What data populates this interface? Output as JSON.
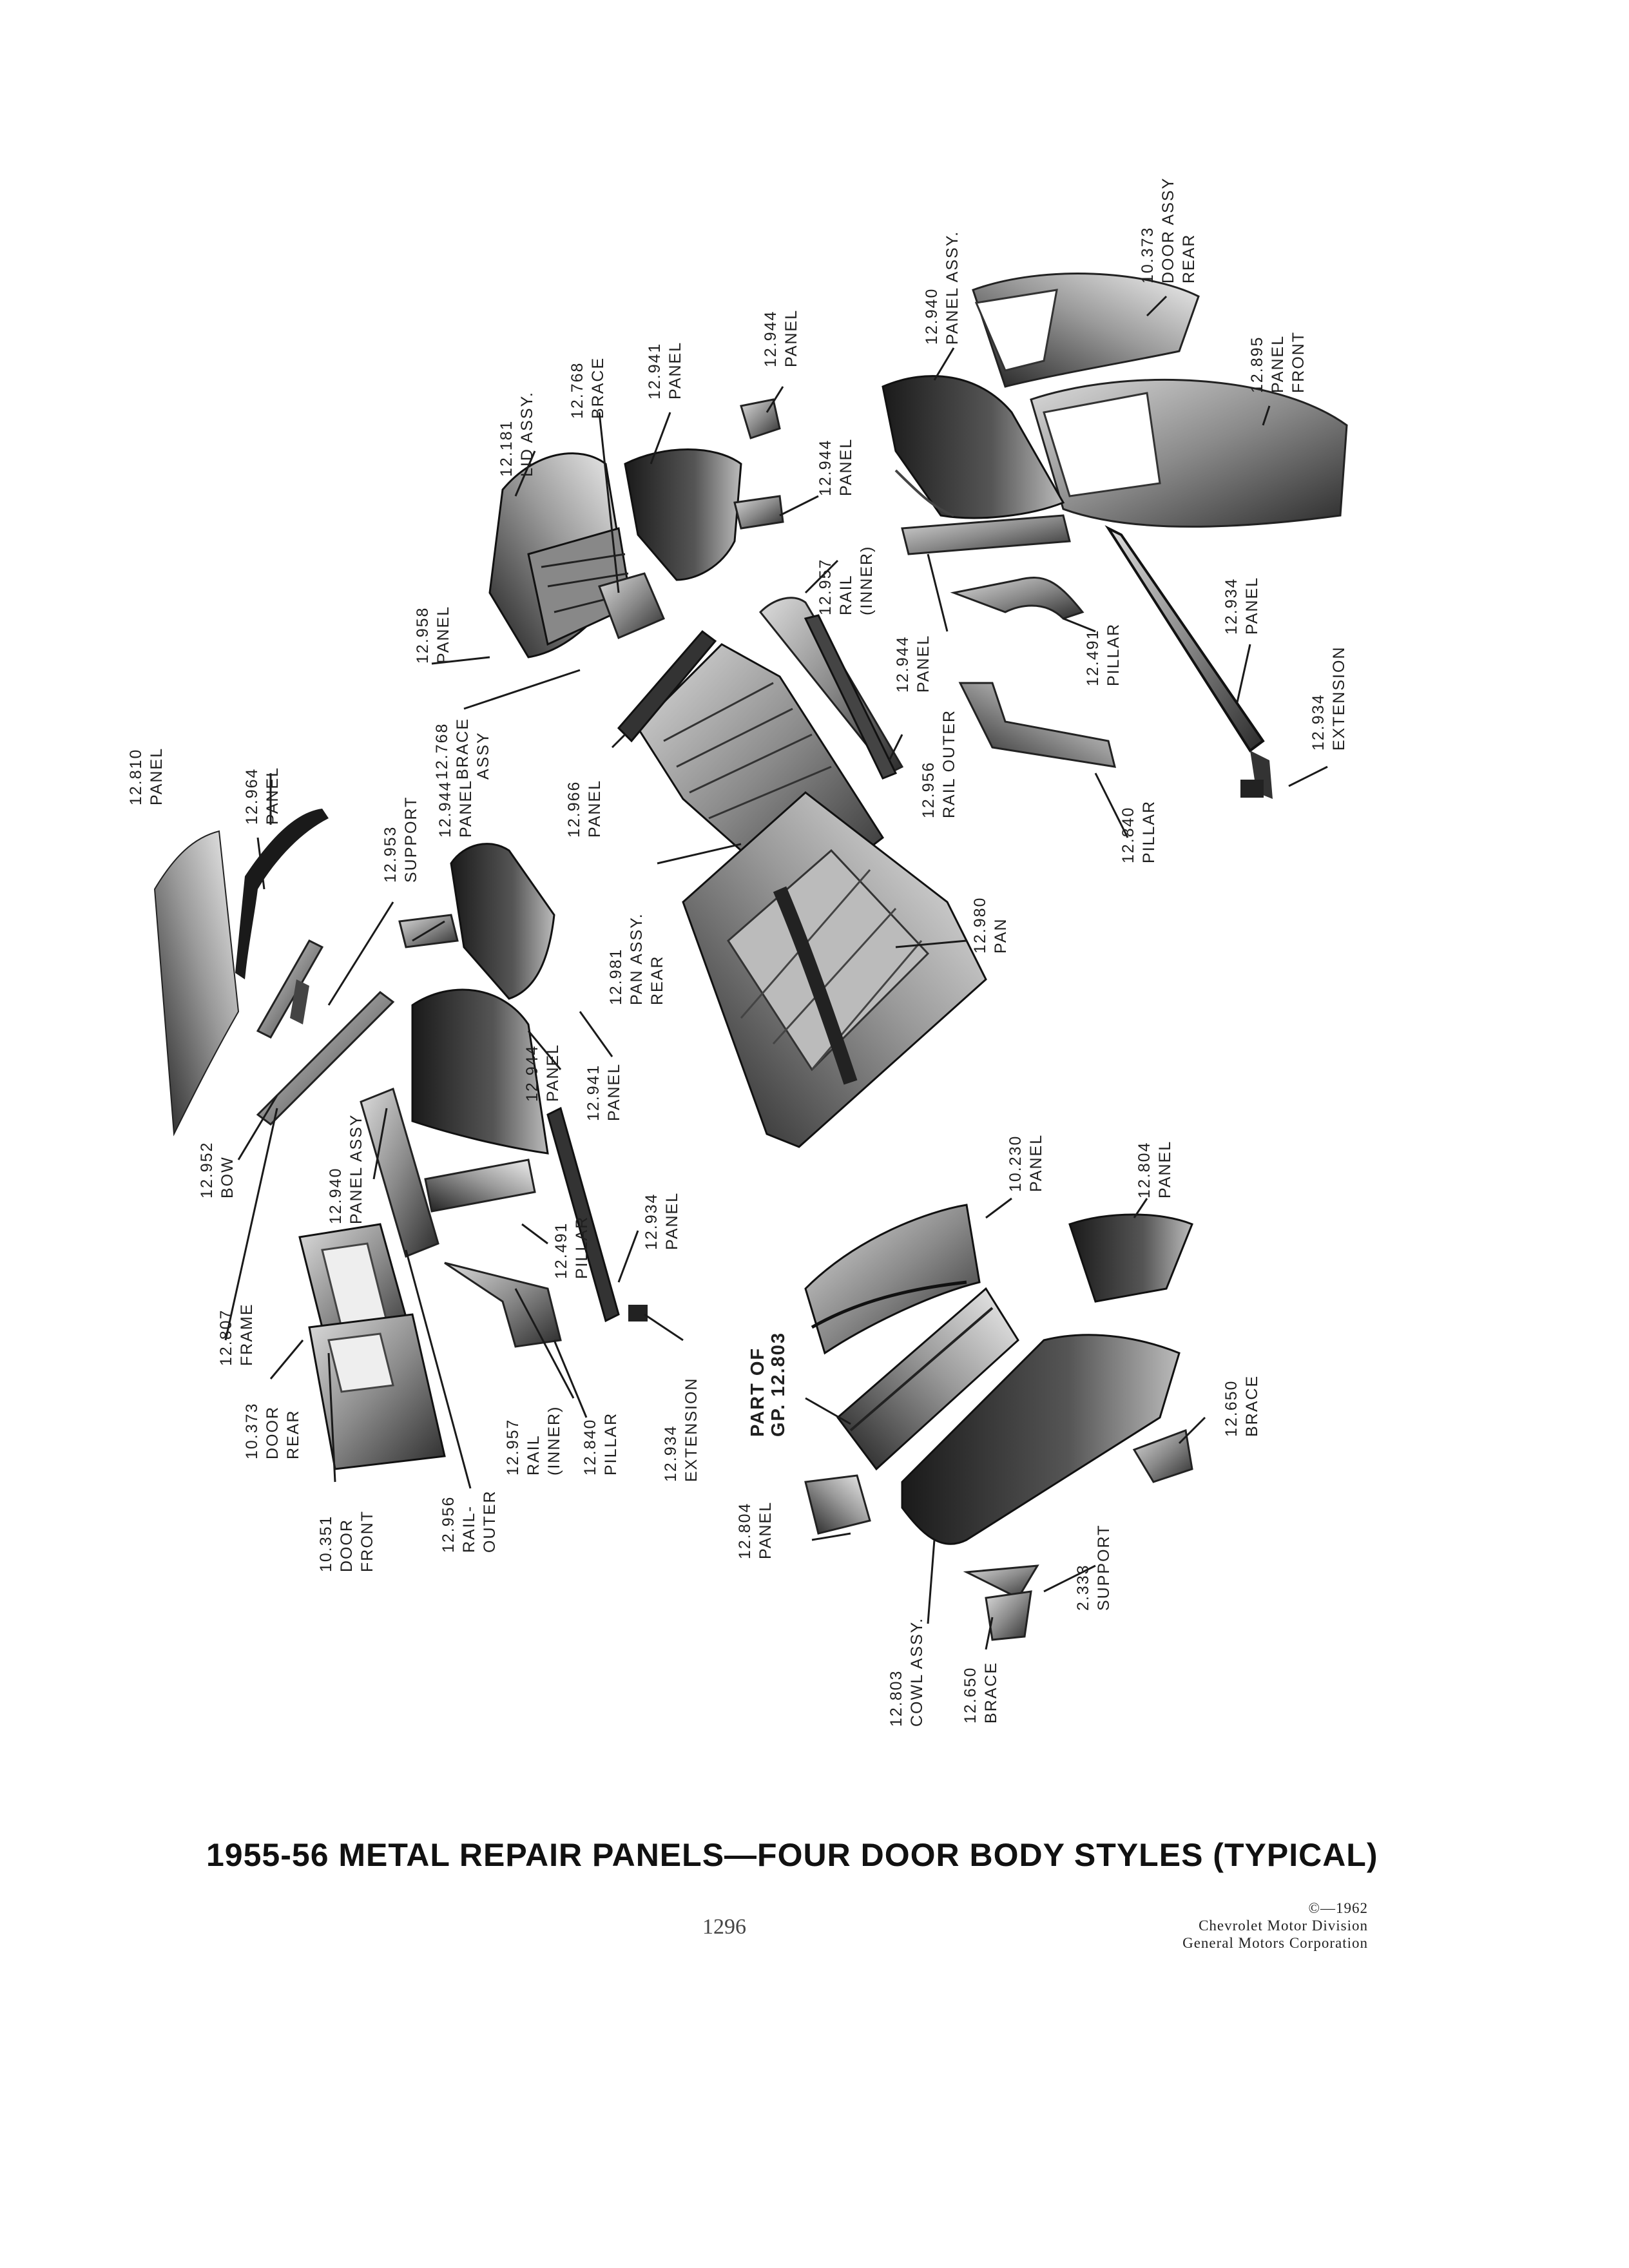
{
  "title": "1955-56 METAL REPAIR PANELS—FOUR DOOR BODY STYLES (TYPICAL)",
  "page_number": "1296",
  "credits": {
    "copyright": "©—1962",
    "line1": "Chevrolet Motor Division",
    "line2": "General Motors Corporation"
  },
  "callouts": [
    {
      "id": "lid-assy",
      "number": "12.181",
      "name": "LID ASSY."
    },
    {
      "id": "brace-top",
      "number": "12.768",
      "name": "BRACE"
    },
    {
      "id": "panel-941-top",
      "number": "12.941",
      "name": "PANEL"
    },
    {
      "id": "panel-944-top",
      "number": "12.944",
      "name": "PANEL"
    },
    {
      "id": "panel-assy-940-top",
      "number": "12.940",
      "name": "PANEL ASSY."
    },
    {
      "id": "door-assy-rear",
      "number": "10.373",
      "name": "DOOR ASSY",
      "name2": "REAR"
    },
    {
      "id": "panel-front-895",
      "number": "12.895",
      "name": "PANEL",
      "name2": "FRONT"
    },
    {
      "id": "panel-944-mid",
      "number": "12.944",
      "name": "PANEL"
    },
    {
      "id": "rail-inner-957-top",
      "number": "12.957",
      "name": "RAIL",
      "name2": "(INNER)"
    },
    {
      "id": "panel-958",
      "number": "12.958",
      "name": "PANEL"
    },
    {
      "id": "brace-assy-768",
      "number": "12.768",
      "name": "BRACE",
      "name2": "ASSY"
    },
    {
      "id": "panel-944-right",
      "number": "12.944",
      "name": "PANEL"
    },
    {
      "id": "pillar-491-top",
      "number": "12.491",
      "name": "PILLAR"
    },
    {
      "id": "panel-934-top",
      "number": "12.934",
      "name": "PANEL"
    },
    {
      "id": "extension-934-top",
      "number": "12.934",
      "name": "EXTENSION"
    },
    {
      "id": "rail-outer-956-top",
      "number": "12.956",
      "name": "RAIL OUTER"
    },
    {
      "id": "panel-966",
      "number": "12.966",
      "name": "PANEL"
    },
    {
      "id": "pillar-840-top",
      "number": "12.840",
      "name": "PILLAR"
    },
    {
      "id": "panel-810",
      "number": "12.810",
      "name": "PANEL"
    },
    {
      "id": "panel-964",
      "number": "12.964",
      "name": "PANEL"
    },
    {
      "id": "support-953",
      "number": "12.953",
      "name": "SUPPORT"
    },
    {
      "id": "panel-944-left",
      "number": "12.944",
      "name": "PANEL"
    },
    {
      "id": "pan-assy-rear",
      "number": "12.981",
      "name": "PAN ASSY.",
      "name2": "REAR"
    },
    {
      "id": "pan-980",
      "number": "12.980",
      "name": "PAN"
    },
    {
      "id": "panel-944-low",
      "number": "12.944",
      "name": "PANEL"
    },
    {
      "id": "panel-941-low",
      "number": "12.941",
      "name": "PANEL"
    },
    {
      "id": "bow-952",
      "number": "12.952",
      "name": "BOW"
    },
    {
      "id": "panel-assy-940-low",
      "number": "12.940",
      "name": "PANEL ASSY"
    },
    {
      "id": "frame-807",
      "number": "12.807",
      "name": "FRAME"
    },
    {
      "id": "pillar-491-low",
      "number": "12.491",
      "name": "PILLAR"
    },
    {
      "id": "panel-934-low",
      "number": "12.934",
      "name": "PANEL"
    },
    {
      "id": "panel-230",
      "number": "10.230",
      "name": "PANEL"
    },
    {
      "id": "panel-804-right",
      "number": "12.804",
      "name": "PANEL"
    },
    {
      "id": "door-rear",
      "number": "10.373",
      "name": "DOOR",
      "name2": "REAR"
    },
    {
      "id": "rail-inner-957-low",
      "number": "12.957",
      "name": "RAIL",
      "name2": "(INNER)"
    },
    {
      "id": "pillar-840-low",
      "number": "12.840",
      "name": "PILLAR"
    },
    {
      "id": "extension-934-low",
      "number": "12.934",
      "name": "EXTENSION"
    },
    {
      "id": "part-of-gp",
      "number": "PART OF",
      "name": "GP. 12.803"
    },
    {
      "id": "brace-650-right",
      "number": "12.650",
      "name": "BRACE"
    },
    {
      "id": "door-front",
      "number": "10.351",
      "name": "DOOR",
      "name2": "FRONT"
    },
    {
      "id": "rail-outer-956-low",
      "number": "12.956",
      "name": "RAIL-",
      "name2": "OUTER"
    },
    {
      "id": "panel-804-left",
      "number": "12.804",
      "name": "PANEL"
    },
    {
      "id": "support-333",
      "number": "2.333",
      "name": "SUPPORT"
    },
    {
      "id": "cowl-assy",
      "number": "12.803",
      "name": "COWL ASSY."
    },
    {
      "id": "brace-650-low",
      "number": "12.650",
      "name": "BRACE"
    }
  ]
}
